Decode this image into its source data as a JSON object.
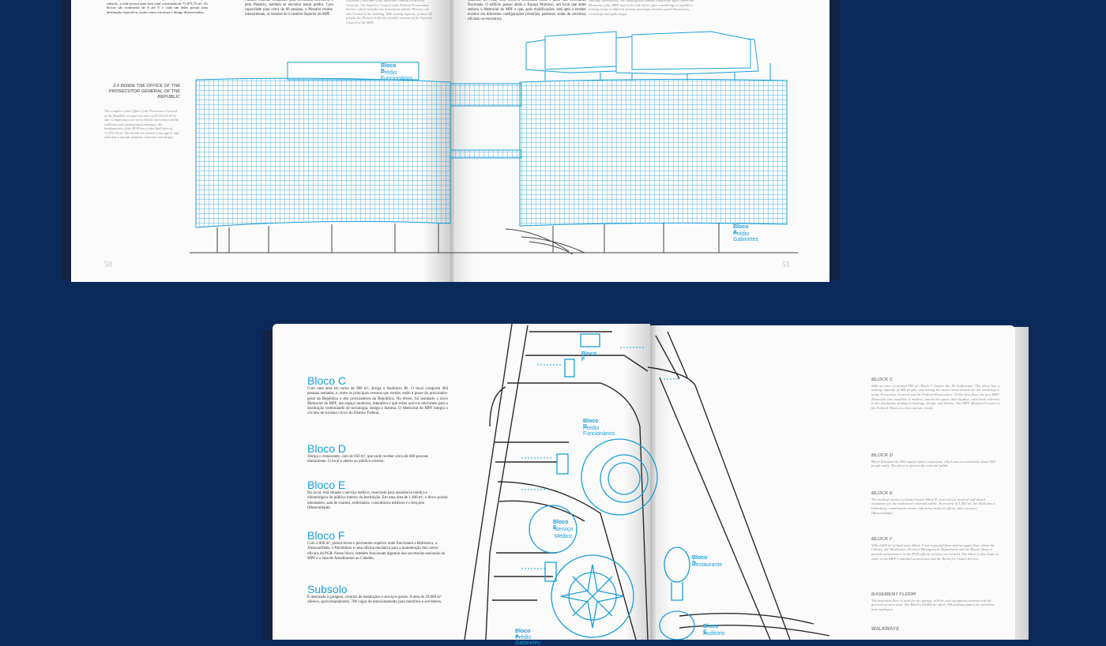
{
  "colors": {
    "background": "#0b2a5c",
    "accent": "#1a9fd8",
    "line": "#333333"
  },
  "top_book": {
    "left_page": {
      "para_top": "um conjunto de seis blocos interligados por passarelas e pelo subsolo, a sede possui uma área total construída de 71.873,75 m². Os blocos são nomeados de A até F, e cada um deles possui uma destinação específica, assim como estrutura e design diferenciados.",
      "para_right": "Público Federal, composto pela Secretaria Executiva e pelo Plenário, também se encontra nesse prédio. Com capacidade para cerca de 60 pessoas, o Plenário recebe, mensalmente, as Sessões do Conselho Superior do MPF.",
      "para_right_en": "Electoral Court and of the Associate Federal Prosecutor Generals. The Superior Council of the Federal Prosecution Service, which includes the Secretariat and the Plenary, are also located in the building. With seating capacity of about 60 people, the Plenary holds the monthly sessions of the Superior Council of the MPF.",
      "section_title": "2.4 INSIDE THE OFFICE OF THE PROSECUTOR GENERAL OF THE REPUBLIC",
      "section_body": "The complex of the Office of the Prosecutor General of the Republic occupies an area of 45,143.65 m² in size. Comprising a set of six blocks interconnected by walkways and underground passages, the headquarters of the PGR has a total built area of 71,873.75 m². The blocks are named A through F, and each has a specific purpose, structure and design.",
      "label_b_title": "Bloco B",
      "label_b_sub": "Prédio Funcionários",
      "page_number": "50"
    },
    "right_page": {
      "para_left": "Gabinete do PGR, bem como a Secretaria Geral e parte das Secretarias Nacionais. O edifício possui ainda o Espaço Multiuso, um local que antes sediava o Memorial do MPF e que, após modificações, está apto a receber eventos em diferentes configurações (reuniões, palestras, rodas de conversa, oficinas ou encontros).",
      "para_right_en": "National Secretariats. The building also houses a multi-use space where the Memorial of the MPF used to be and which, after remodeling, is capable to hosting events in different formats (meetings, lectures, panel discussions, workshops and gatherings).",
      "label_a_title": "Bloco A",
      "label_a_sub": "Prédio Gabinetes",
      "page_number": "51"
    }
  },
  "bottom_book": {
    "left_page": {
      "sections": [
        {
          "title": "Bloco C",
          "body": "Com uma área em torno de 900 m², abriga o Auditório JK. O local comporta 404 pessoas sentadas, e, entre os principais eventos que recebe, estão a posse do procurador-geral da República e dos procuradores da República. No térreo, foi instalado o novo Memorial do MPF, um espaço moderno, interativo e que exibe acervos relevantes para a Instituição combinando de tecnologia, design e história. O Memorial do MPF integra o circuito do turismo cívico do Distrito Federal."
        },
        {
          "title": "Bloco D",
          "body": "Abriga o restaurante, com de 850 m², que pode receber cerca de 600 pessoas diariamente. O local é aberto ao público externo."
        },
        {
          "title": "Bloco E",
          "body": "No local, está situado o serviço médico, reservado para assistência médica e odontológica do público interno da Instituição. Em uma área de 1.400 m², o bloco possui laboratório, sala de exames, enfermaria, consultórios médicos e o berçário (Maternidade)."
        },
        {
          "title": "Bloco F",
          "body": "Com 2.600 m², possui térreo e pavimento superior onde funcionam a Biblioteca, o Almoxarifado, o Patrimônio e uma oficina mecânica para a manutenção dos carros oficiais da PGR. Nesse bloco, também funcionam algumas das secretarias nacionais do MPF e a Sala de Atendimento ao Cidadão."
        },
        {
          "title": "Subsolo",
          "body": "É destinado à garagem, centrais de instalações e serviços gerais. A área de 29.000 m² oferece, aproximadamente, 700 vagas de estacionamento para membros e servidores."
        }
      ]
    },
    "map_labels": {
      "f": [
        "Bloco F"
      ],
      "b": [
        "Bloco B",
        "Prédio Funcionários"
      ],
      "e": [
        "Bloco E",
        "Serviço",
        "Médico"
      ],
      "d": [
        "Bloco D",
        "Restaurante"
      ],
      "a": [
        "Bloco A",
        "Prédio Gabinetes"
      ],
      "c": [
        "Bloco C",
        "Auditório"
      ]
    },
    "right_page": {
      "sections": [
        {
          "title": "BLOCK C",
          "body": "With an area of around 900 m², Block C houses the JK Auditorium. The place has a seating capacity of 404 people, and among the main events hosted are the swearing-in of the Prosecutor General and the Federal Prosecutors. On the first floor, the new MPF Memorial was installed, a modern, interactive space that displays collections relevant to the institution, linking technology, design, and history. The MPF Memorial is part of the Federal District's civic tourism circuit."
        },
        {
          "title": "BLOCK D",
          "body": "Block D houses the 850-square-meter restaurant, which can accommodate about 600 people daily. The place is open to the external public."
        },
        {
          "title": "BLOCK E",
          "body": "The medical service is located inside Block E, reserved for medical and dental assistance for the institution's internal public. In an area of 1,400 m², the block has a laboratory, examination rooms, infirmary, medical offices, and a nursery (Maternidade)."
        },
        {
          "title": "BLOCK F",
          "body": "With 2,600 m² of built area, Block F has a ground floor and an upper floor where the Library, the Warehouse, the asset Management Department and the Repair Shop to provide maintenance to the PGR official vehicles are located. The block is also home to some of the MPF's national secretariats and the Room for Citizen Service."
        },
        {
          "title": "BASEMENT FLOOR",
          "body": "The basement floor is used for the garage, utilities and equipment centrals and the general services area. The Block's 29,000 m² offers 700 parking spaces for members and employees."
        },
        {
          "title": "WALKWAYS",
          "body": ""
        }
      ]
    }
  }
}
